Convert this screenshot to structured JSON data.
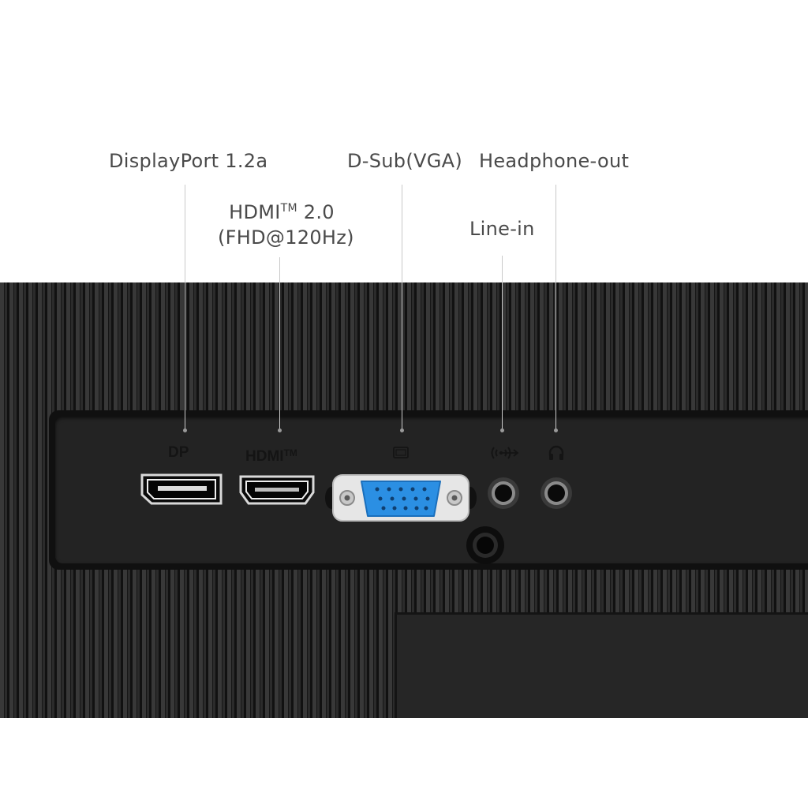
{
  "callouts": {
    "displayport": "DisplayPort 1.2a",
    "hdmi_line1": "HDMI",
    "hdmi_tm": "TM",
    "hdmi_version": "2.0",
    "hdmi_line2": "(FHD@120Hz)",
    "dsub": "D-Sub(VGA)",
    "headphone": "Headphone-out",
    "linein": "Line-in"
  },
  "panel_labels": {
    "dp": "DP",
    "hdmi": "HDMI",
    "hdmi_tm": "TM"
  },
  "icons": {
    "vga_symbol": "monitor-icon",
    "linein_symbol": "audio-wave-icon",
    "headphone_symbol": "headphone-icon"
  },
  "colors": {
    "vga_connector": "#2b8fe3",
    "vga_shell": "#e6e6e6",
    "chassis": "#2b2b2b"
  }
}
